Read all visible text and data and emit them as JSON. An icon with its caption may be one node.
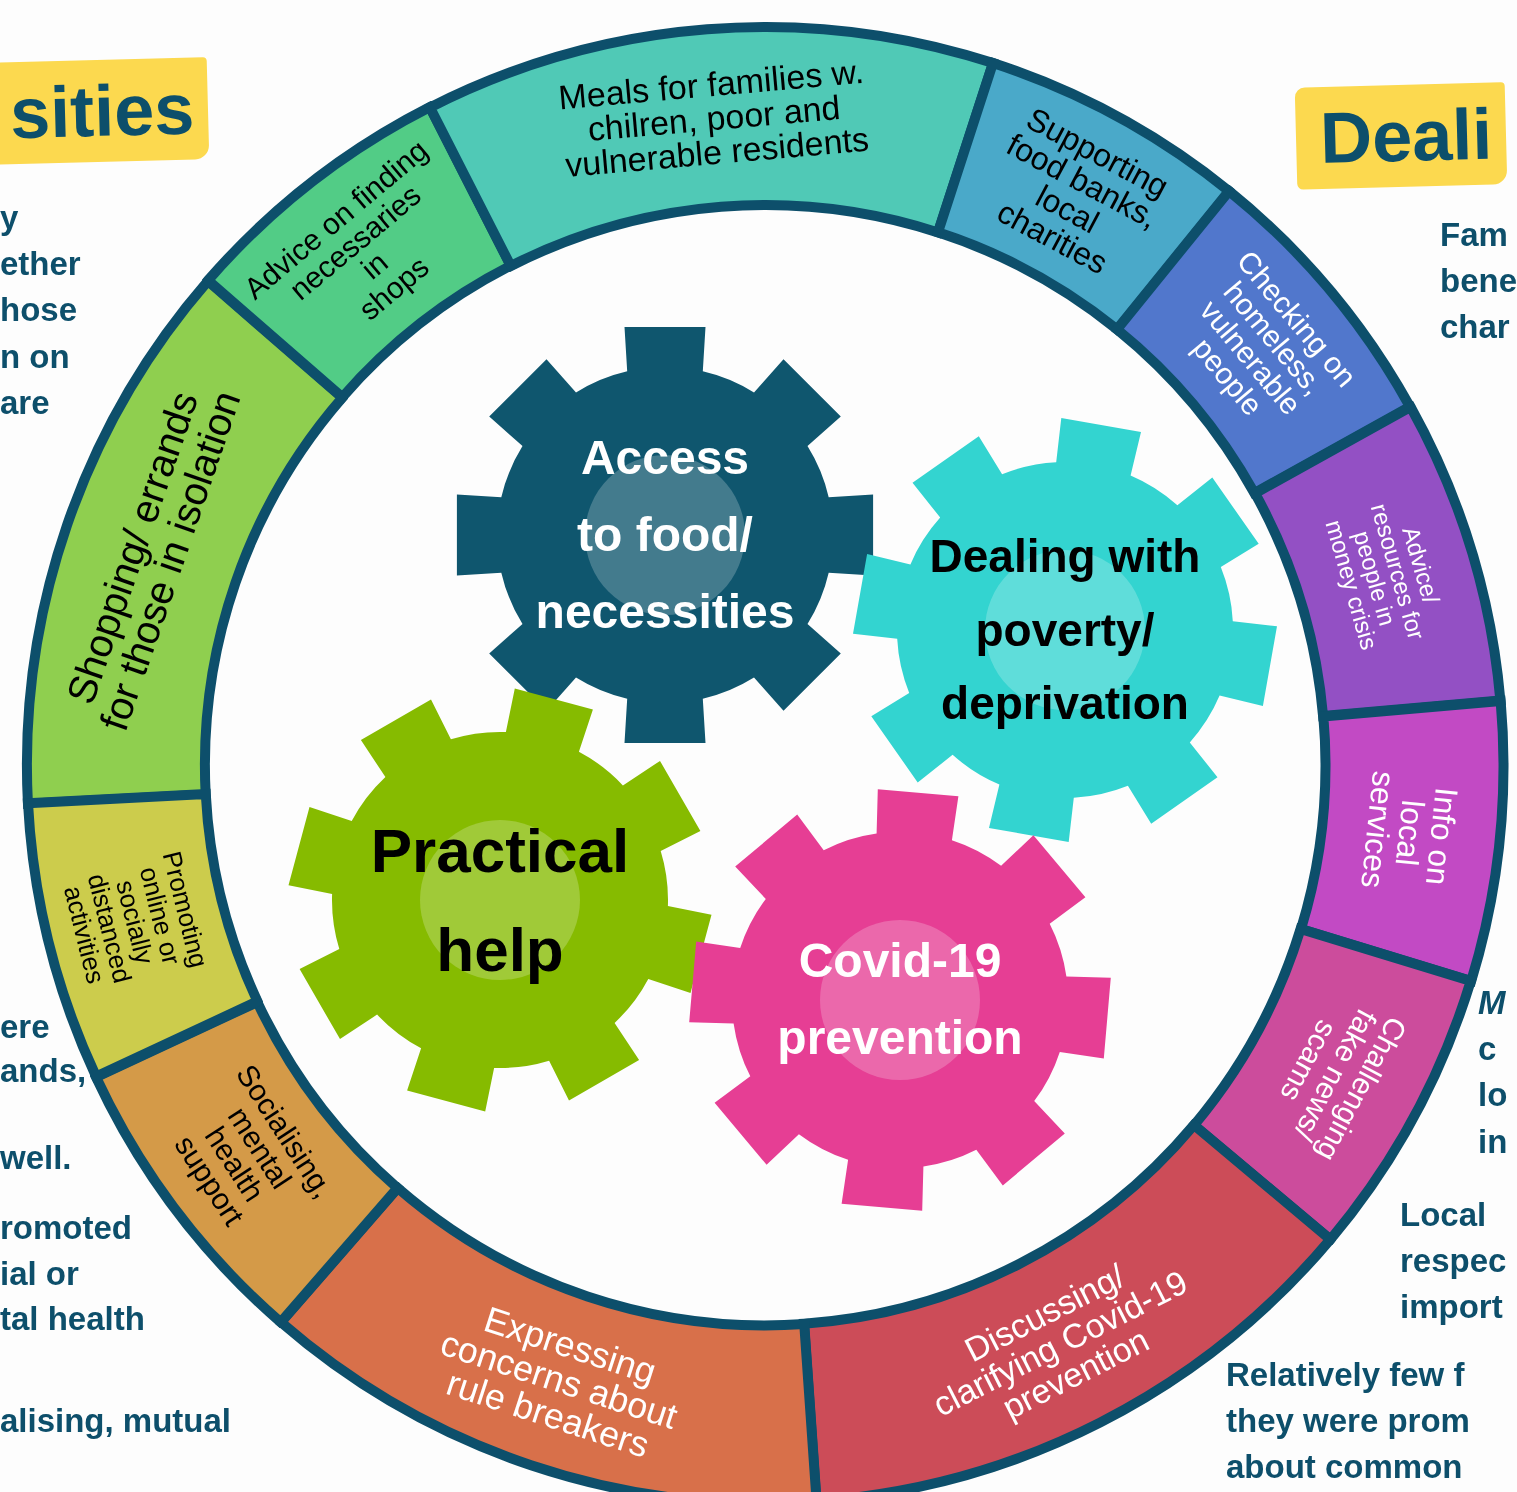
{
  "diagram": {
    "nodes": [
      {
        "text": [
          "Shopping/ errands for those in isolation"
        ]
      },
      {
        "text": [
          "Advice on finding necessaries in shops"
        ]
      },
      {
        "text": [
          "Meals for families w. chilren, poor and vulnerable residents"
        ]
      },
      {
        "text": [
          "Supporting food banks, local charities"
        ]
      },
      {
        "text": [
          "Checking on homeless, vulnerable people"
        ]
      },
      {
        "text": [
          "Advice/ resources for people in money crisis"
        ]
      },
      {
        "text": [
          "Info on local services"
        ]
      },
      {
        "text": [
          "Challenging fake news/ scams"
        ]
      },
      {
        "text": [
          "Discussing/ clarifying Covid-19 prevention"
        ]
      },
      {
        "text": [
          "Expressing concerns about rule breakers"
        ]
      },
      {
        "text": [
          "Socialising, mental health support"
        ]
      },
      {
        "text": [
          "Promoting online or socially distanced activities"
        ]
      },
      {
        "text": [
          "Access to food/ necessities"
        ]
      },
      {
        "text": [
          "Dealing with poverty/ deprivation"
        ]
      },
      {
        "text": [
          "Practical help"
        ]
      },
      {
        "text": [
          "Covid-19 prevention"
        ]
      }
    ],
    "labels": [
      "sities",
      "y ether hose n on are",
      "Deali",
      "Fam bene char",
      "ere ands, well.",
      "romoted ial or tal health",
      "alising, mutual",
      "*M* c lo in",
      "Local respec import",
      "Relatively few f they were prom about common"
    ]
  }
}
